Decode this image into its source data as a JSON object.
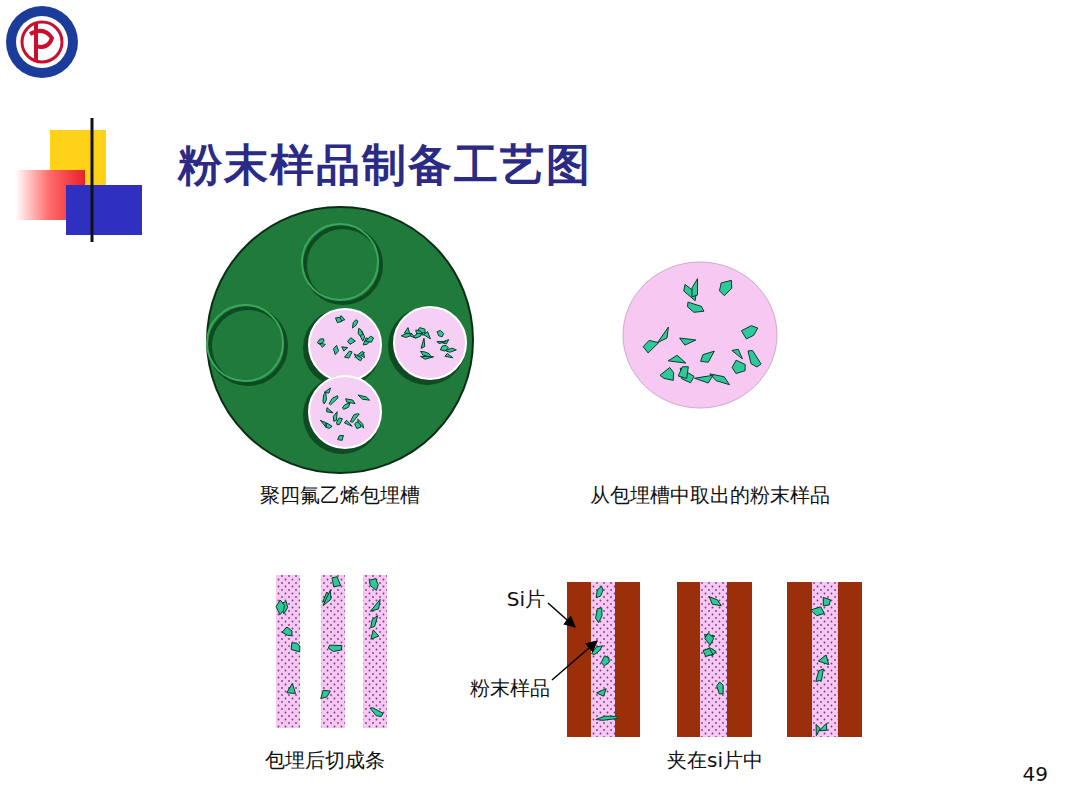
{
  "diagram": {
    "title": "粉末样品制备工艺图",
    "labels": [
      "聚四氟乙烯包埋槽",
      "从包埋槽中取出的粉末样品",
      "包埋后切成条",
      "Si片",
      "粉末样品",
      "夹在si片中",
      "49"
    ]
  }
}
